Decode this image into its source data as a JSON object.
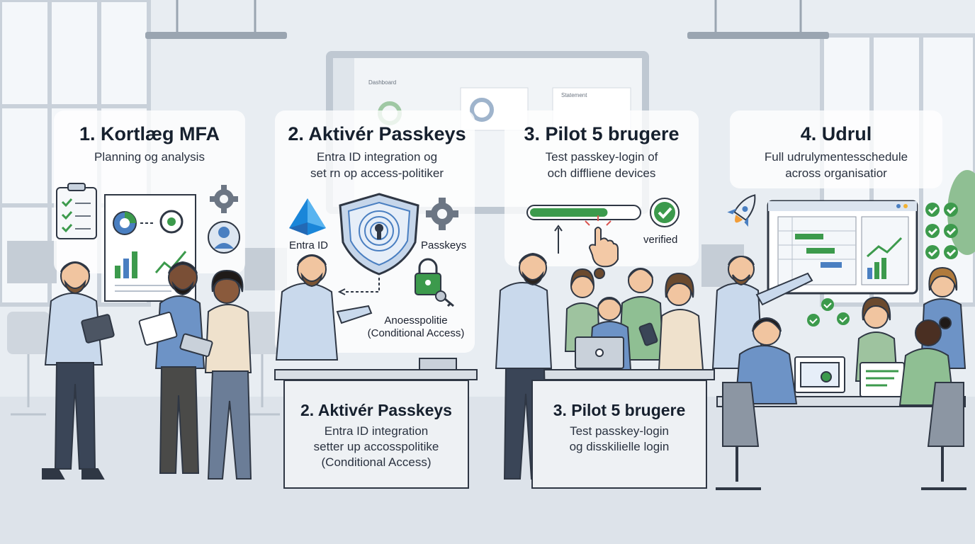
{
  "background": {
    "monitor_label": "Dashboard",
    "monitor_card_label": "Statement"
  },
  "steps": [
    {
      "title": "1. Kortlæg MFA",
      "subtitle_lines": [
        "Planning og analysis"
      ]
    },
    {
      "title": "2. Aktivér Passkeys",
      "subtitle_lines": [
        "Entra ID integration og",
        "set rn op access-politiker"
      ]
    },
    {
      "title": "3. Pilot 5 brugere",
      "subtitle_lines": [
        "Test passkey-login of",
        "och diffliene devices"
      ]
    },
    {
      "title": "4. Udrul",
      "subtitle_lines": [
        "Full udrulymentesschedule",
        "across organisatior"
      ]
    }
  ],
  "step2_icons": {
    "entra_label": "Entra ID",
    "passkeys_label": "Passkeys",
    "access_label_lines": [
      "Anoesspolitie",
      "(Conditional Access)"
    ]
  },
  "step3_icons": {
    "verified_label": "verified",
    "progress": 0.72
  },
  "desk_cards": [
    {
      "title": "2. Aktivér Passkeys",
      "lines": [
        "Entra ID integration",
        "setter up accosspolitike",
        "(Conditional Access)"
      ]
    },
    {
      "title": "3. Pilot 5 brugere",
      "lines": [
        "Test passkey-login",
        "og disskilielle login"
      ]
    }
  ],
  "colors": {
    "accent_blue": "#4a7fc1",
    "accent_green": "#3c9a4c",
    "shirt_blue": "#c9d9ec",
    "outline": "#2f3744"
  }
}
